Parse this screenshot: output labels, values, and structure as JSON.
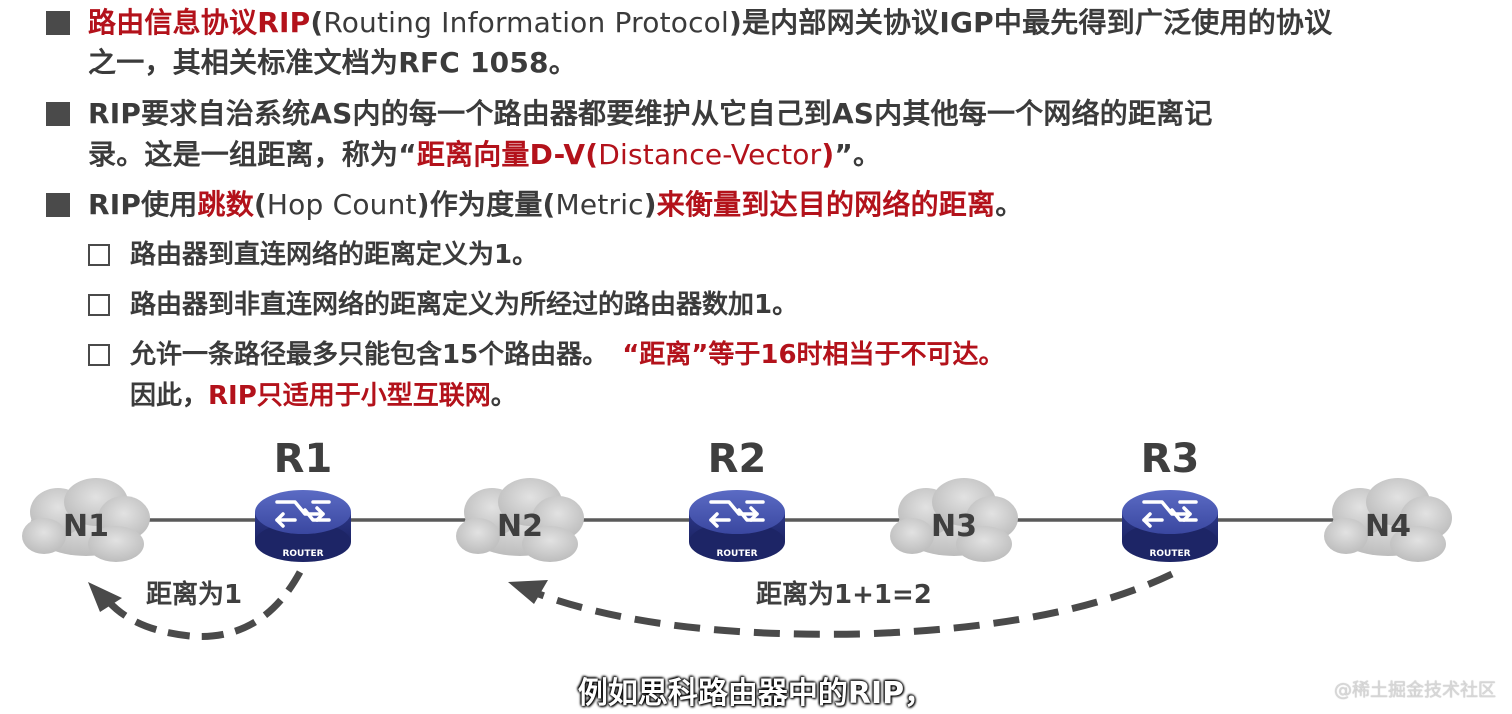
{
  "bullets": {
    "b1": {
      "l1_red": "路由信息协议RIP",
      "l1_p1": "(",
      "l1_light": "Routing Information Protocol",
      "l1_p2": ")是内部网关协议IGP中最先得到广泛使用的协议",
      "l2": "之一，其相关标准文档为RFC 1058。"
    },
    "b2": {
      "l1": "RIP要求自治系统AS内的每一个路由器都要维护从它自己到AS内其他每一个网络的距离记",
      "l2_a": "录。这是一组距离，称为“",
      "l2_red": "距离向量D-V(",
      "l2_light": "Distance-Vector",
      "l2_red2": ")",
      "l2_b": "”。"
    },
    "b3": {
      "a": "RIP使用",
      "red1": "跳数",
      "p1": "(",
      "light1": "Hop Count",
      "b": ")作为度量(",
      "light2": "Metric",
      "c": ")",
      "red2": "来衡量到达目的网络的距离",
      "d": "。"
    },
    "sub1": "路由器到直连网络的距离定义为1。",
    "sub2": "路由器到非直连网络的距离定义为所经过的路由器数加1。",
    "sub3": {
      "a": "允许一条路径最多只能包含15个路由器。",
      "red": "“距离”等于16时相当于不可达。",
      "l2_a": "因此，",
      "l2_red": "RIP只适用于小型互联网",
      "l2_b": "。"
    }
  },
  "diagram": {
    "routers": [
      "R1",
      "R2",
      "R3"
    ],
    "router_icon_text": "ROUTER",
    "networks": [
      "N1",
      "N2",
      "N3",
      "N4"
    ],
    "distance_1": "距离为1",
    "distance_2": "距离为1+1=2"
  },
  "subtitle": "例如思科路由器中的RIP，",
  "watermark": "@稀土掘金技术社区",
  "colors": {
    "accent_red": "#b3121b",
    "text": "#3b3b3b",
    "router_blue": "#2e3a8c"
  }
}
